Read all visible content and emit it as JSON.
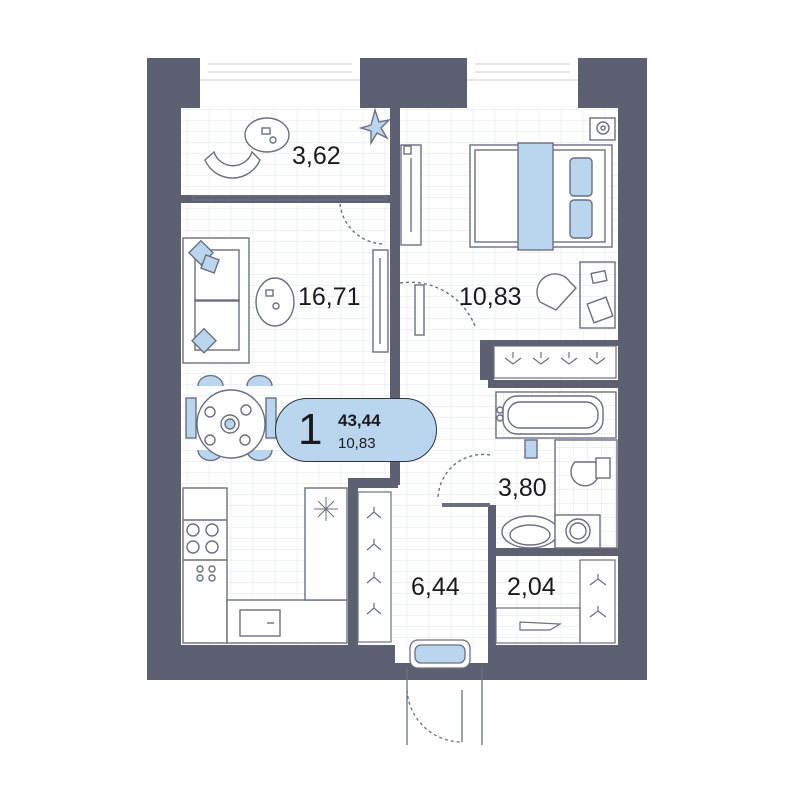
{
  "plan": {
    "rooms": [
      {
        "id": "balcony",
        "area": "3,62"
      },
      {
        "id": "living-room",
        "area": "16,71"
      },
      {
        "id": "bedroom",
        "area": "10,83"
      },
      {
        "id": "bathroom",
        "area": "3,80"
      },
      {
        "id": "hallway",
        "area": "6,44"
      },
      {
        "id": "wardrobe",
        "area": "2,04"
      }
    ],
    "badge": {
      "rooms": "1",
      "total_area": "43,44",
      "living_area": "10,83"
    }
  },
  "colors": {
    "wall": "#5d6070",
    "accent": "#b9d6ee",
    "line": "#c9ccd4",
    "text": "#1b1b1f"
  }
}
